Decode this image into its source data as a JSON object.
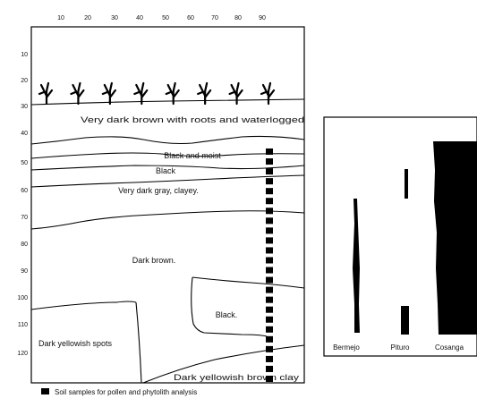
{
  "profile": {
    "x_ticks": [
      "10",
      "20",
      "30",
      "40",
      "50",
      "60",
      "70",
      "80",
      "90"
    ],
    "y_ticks": [
      "10",
      "20",
      "30",
      "40",
      "50",
      "60",
      "70",
      "80",
      "90",
      "100",
      "110",
      "120"
    ],
    "layers": [
      "Very dark brown with roots and waterlogged",
      "Black and moist",
      "Black",
      "Very dark gray, clayey.",
      "Dark brown.",
      "Black.",
      "Dark yellowish spots",
      "Dark yellowish brown clay"
    ],
    "plant_icon_count": 8,
    "sample_count": 24
  },
  "taxa": {
    "labels": [
      "Bermejo",
      "Pituro",
      "Cosanga"
    ]
  },
  "legend": {
    "text": "Soil samples for pollen and phytolith analysis",
    "marker_color": "#000000"
  }
}
